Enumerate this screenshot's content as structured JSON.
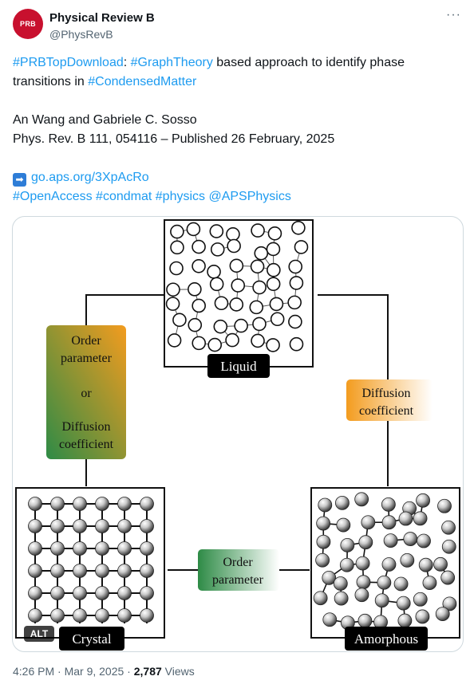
{
  "author": {
    "avatar_text": "PRB",
    "name": "Physical Review B",
    "handle": "@PhysRevB"
  },
  "post": {
    "line1": {
      "tag1": "#PRBTopDownload",
      "sep": ":",
      "tag2": "#GraphTheory",
      "rest": " based approach to identify phase"
    },
    "line2": {
      "text": "transitions in ",
      "tag": "#CondensedMatter"
    },
    "authors": "An Wang and Gabriele C. Sosso",
    "citation": "Phys. Rev. B 111, 054116 – Published 26 February, 2025",
    "link_icon": "right-arrow-icon",
    "link_arrow": "➡",
    "link": "go.aps.org/3XpAcRo",
    "hashtags": "#OpenAccess #condmat #physics @APSPhysics"
  },
  "figure": {
    "liquid_label": "Liquid",
    "crystal_label": "Crystal",
    "amorphous_label": "Amorphous",
    "left_box": [
      "Order",
      "parameter",
      "or",
      "Diffusion",
      "coefficient"
    ],
    "right_box": [
      "Diffusion",
      "coefficient"
    ],
    "bottom_box": [
      "Order",
      "parameter"
    ],
    "alt_badge": "ALT",
    "colors": {
      "green": "#2e8b46",
      "orange": "#f39c1f"
    }
  },
  "footer": {
    "time": "4:26 PM · Mar 9, 2025 · ",
    "views_count": "2,787",
    "views_label": " Views"
  }
}
